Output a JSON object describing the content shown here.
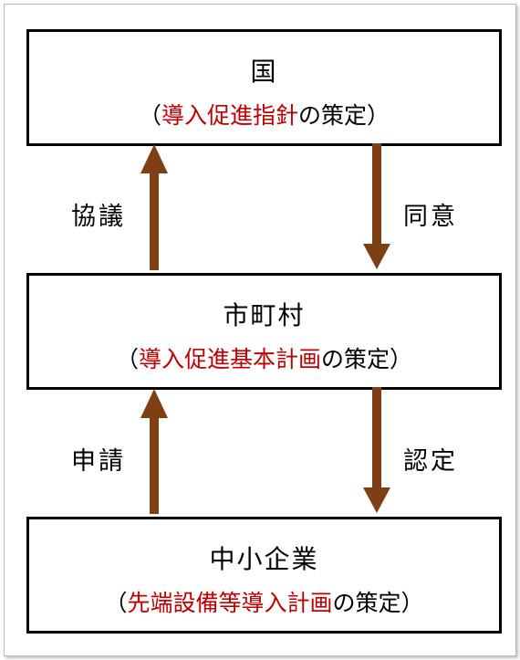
{
  "top_box": {
    "title": "国",
    "sub_open": "（",
    "sub_highlight": "導入促進指針",
    "sub_rest": "の策定）"
  },
  "middle_box": {
    "title": "市町村",
    "sub_open": "（",
    "sub_highlight": "導入促進基本計画",
    "sub_rest": "の策定）"
  },
  "bottom_box": {
    "title": "中小企業",
    "sub_open": "（",
    "sub_highlight": "先端設備等導入計画",
    "sub_rest": "の策定）"
  },
  "arrows": {
    "consult": "協議",
    "agree": "同意",
    "apply": "申請",
    "certify": "認定"
  },
  "colors": {
    "arrow": "#7f3f14",
    "highlight": "#c00000",
    "border": "#000000"
  }
}
